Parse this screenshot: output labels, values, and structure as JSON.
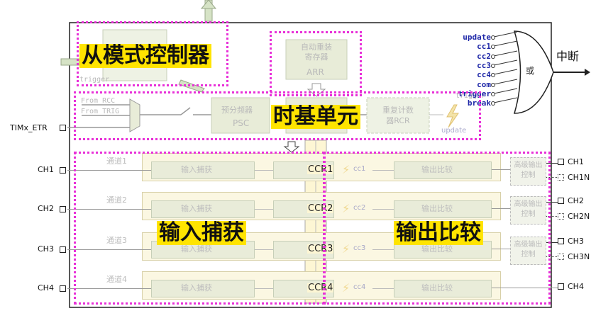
{
  "highlight_labels": {
    "slave_mode": "从模式控制器",
    "time_base": "时基单元",
    "input_capture": "输入捕获",
    "output_compare": "输出比较"
  },
  "blocks": {
    "arr_title": "自动重装\n寄存器",
    "arr": "ARR",
    "psc_title": "预分频器",
    "psc": "PSC",
    "rcr_title": "重复计数\n器RCR",
    "update": "update",
    "trigger": "trigger",
    "from_rcc": "From RCC",
    "from_trig": "From TRIG",
    "trigger_top": "trigger"
  },
  "or_gate": {
    "inputs": [
      "update",
      "cc1",
      "cc2",
      "cc3",
      "cc4",
      "com",
      "trigger",
      "break"
    ],
    "label": "或",
    "output": "中断"
  },
  "etr_pin": "TIMx_ETR",
  "channels": [
    {
      "ch": "CH1",
      "passage": "通道1",
      "capture": "输入捕获",
      "ccr": "CCR1",
      "cc": "cc1",
      "compare": "输出比较",
      "adv": "高级输出\n控制",
      "out": "CH1",
      "outn": "CH1N"
    },
    {
      "ch": "CH2",
      "passage": "通道2",
      "capture": "输入捕获",
      "ccr": "CCR2",
      "cc": "cc2",
      "compare": "输出比较",
      "adv": "高级输出\n控制",
      "out": "CH2",
      "outn": "CH2N"
    },
    {
      "ch": "CH3",
      "passage": "通道3",
      "capture": "输入捕获",
      "ccr": "CCR3",
      "cc": "cc3",
      "compare": "输出比较",
      "adv": "高级输出\n控制",
      "out": "CH3",
      "outn": "CH3N"
    },
    {
      "ch": "CH4",
      "passage": "通道4",
      "capture": "输入捕获",
      "ccr": "CCR4",
      "cc": "cc4",
      "compare": "输出比较",
      "adv": "",
      "out": "CH4",
      "outn": ""
    }
  ],
  "colors": {
    "highlight": "#ffe400",
    "dotted_border": "#e830d8",
    "faint_box": "#e8ecd8",
    "signal_text": "#1f28a8"
  }
}
